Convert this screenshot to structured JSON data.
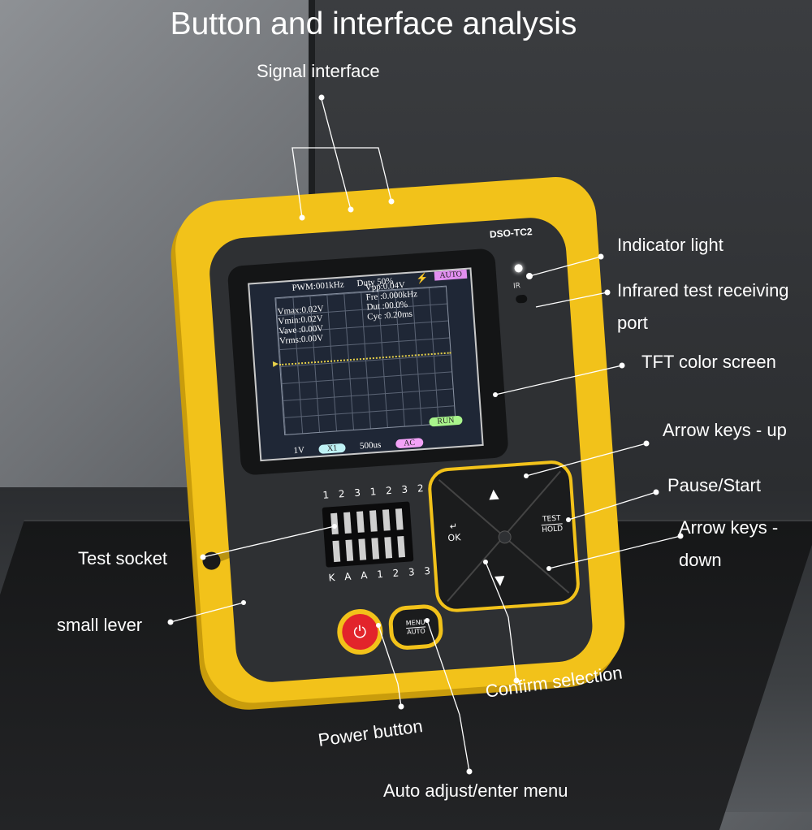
{
  "title": "Button and interface analysis",
  "labels": {
    "signal_interface": "Signal interface",
    "indicator_light": "Indicator light",
    "infrared_port": "Infrared test receiving port",
    "tft_screen": "TFT color screen",
    "arrow_up": "Arrow keys - up",
    "pause_start": "Pause/Start",
    "arrow_down": "Arrow keys - down",
    "test_socket": "Test socket",
    "small_lever": "small lever",
    "confirm_selection": "Confirm selection",
    "power_button": "Power button",
    "auto_menu": "Auto adjust/enter menu"
  },
  "device": {
    "model": "DSO-TC2",
    "screen": {
      "top_left": "PWM:001kHz",
      "top_mid": "Duty 50%",
      "auto_badge": "AUTO",
      "measure_left": [
        "Vmax:0.02V",
        "Vmin:0.02V",
        "Vave :0.00V",
        "Vrms:0.00V"
      ],
      "measure_right": [
        "Vpp:0.04V",
        "Fre :0.000kHz",
        "Dut :00.0%",
        "Cyc :0.20ms"
      ],
      "bottom_volt": "1V",
      "bottom_x1": "X1",
      "bottom_time": "500us",
      "bottom_ac": "AC",
      "run_badge": "RUN"
    },
    "ir_label": "IR",
    "socket_top": "1 2 3 1 2 3 2",
    "socket_bottom": "K A A 1 2 3 3",
    "menu_top": "MENU",
    "menu_bottom": "AUTO",
    "ok_label": "OK",
    "test_top": "TEST",
    "test_bottom": "HOLD"
  },
  "colors": {
    "device_yellow": "#f2c21a",
    "face_dark": "#2e3033",
    "power_red": "#e2242b",
    "auto_pink": "#e18ef0",
    "run_green": "#a9f58c",
    "x1_cyan": "#bff2f5"
  }
}
